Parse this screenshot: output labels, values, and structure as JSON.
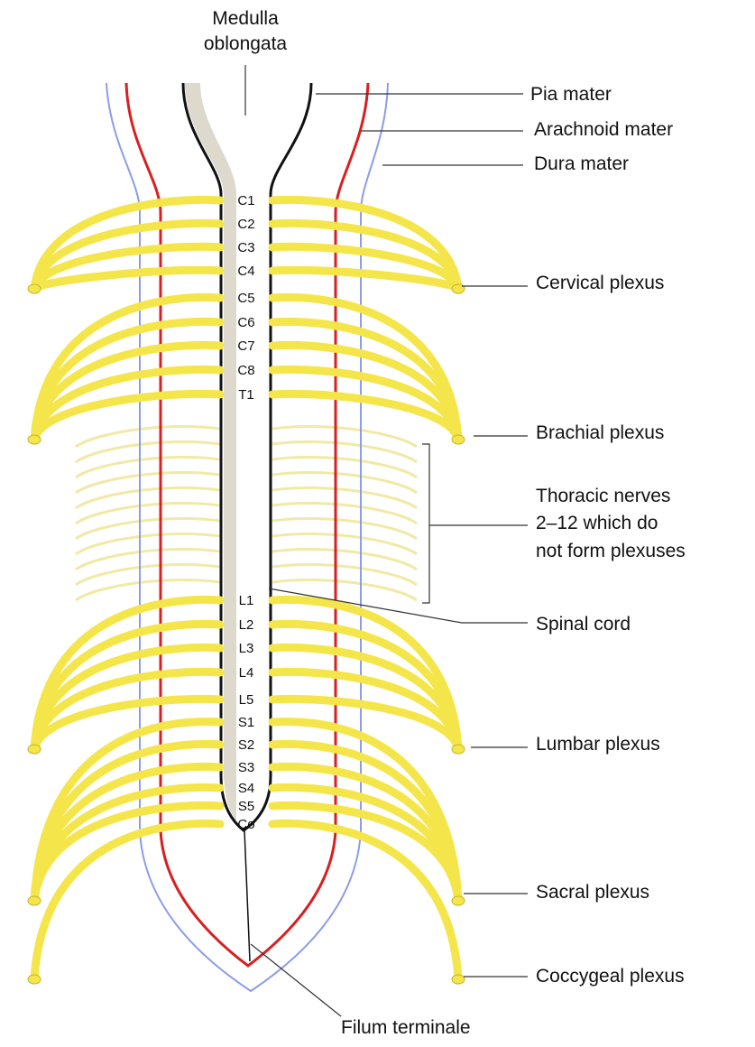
{
  "colors": {
    "nerve": "#f4e64a",
    "nerve_faint": "#f1e9a6",
    "nerve_edge": "#c8b62a",
    "pia": "#111111",
    "arachnoid": "#d82020",
    "dura": "#8c9ce8",
    "cord": "#ffffff",
    "cord_shade": "#ddd9cc",
    "leader": "#333333"
  },
  "labels": {
    "medulla_line1": "Medulla",
    "medulla_line2": "oblongata",
    "pia_mater": "Pia mater",
    "arachnoid_mater": "Arachnoid mater",
    "dura_mater": "Dura mater",
    "cervical_plexus": "Cervical plexus",
    "brachial_plexus": "Brachial plexus",
    "thoracic_line1": "Thoracic nerves",
    "thoracic_line2": "2–12 which do",
    "thoracic_line3": "not form plexuses",
    "spinal_cord": "Spinal cord",
    "lumbar_plexus": "Lumbar plexus",
    "sacral_plexus": "Sacral plexus",
    "coccygeal_plexus": "Coccygeal plexus",
    "filum_terminale": "Filum terminale"
  },
  "segments": [
    "C1",
    "C2",
    "C3",
    "C4",
    "C5",
    "C6",
    "C7",
    "C8",
    "T1",
    "L1",
    "L2",
    "L3",
    "L4",
    "L5",
    "S1",
    "S2",
    "S3",
    "S4",
    "S5",
    "Co"
  ]
}
